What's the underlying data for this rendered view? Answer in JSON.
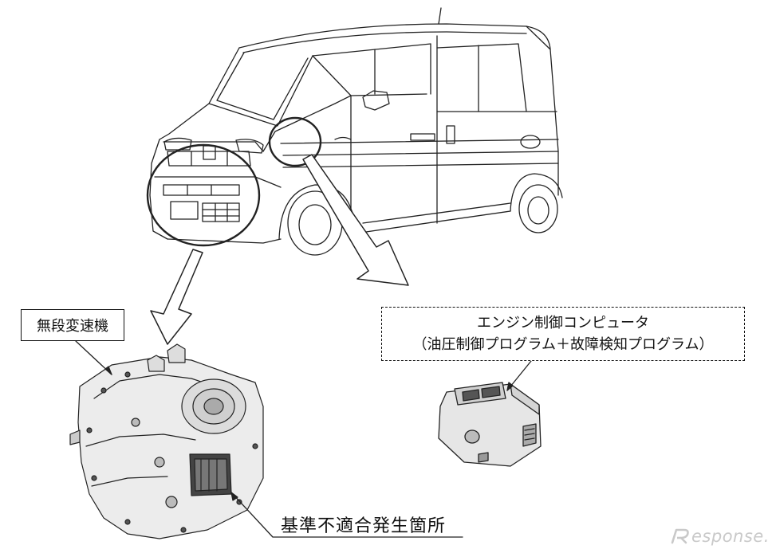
{
  "labels": {
    "transmission": "無段変速機",
    "ecu_line1": "エンジン制御コンピュータ",
    "ecu_line2": "（油圧制御プログラム＋故障検知プログラム）",
    "defect_location": "基準不適合発生箇所"
  },
  "watermark": {
    "text": "esponse.",
    "logo_letter": "R"
  },
  "colors": {
    "line": "#111111",
    "watermark": "#c9c9c9",
    "background": "#ffffff"
  }
}
